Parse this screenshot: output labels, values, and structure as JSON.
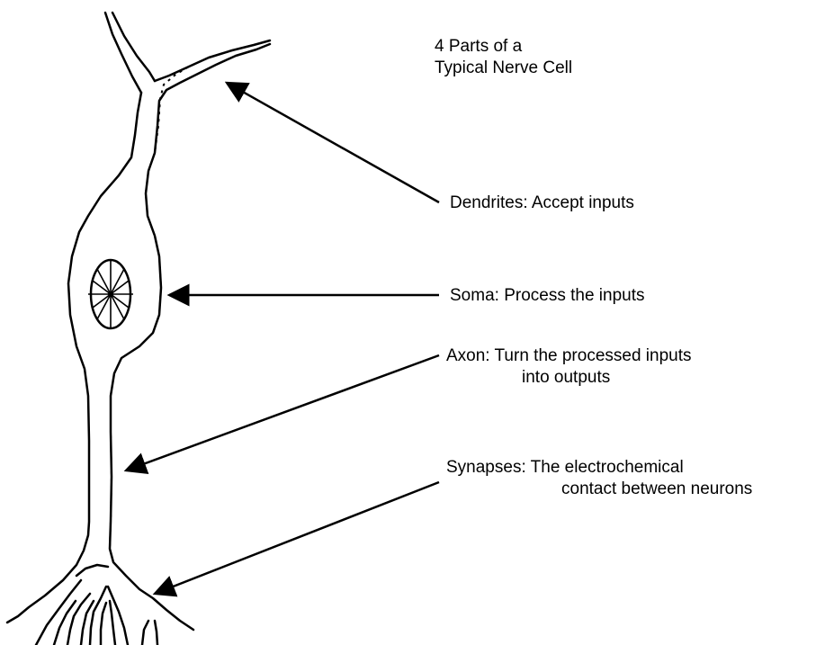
{
  "title": {
    "line1": "4 Parts of a",
    "line2": "Typical Nerve Cell"
  },
  "labels": {
    "dendrites": {
      "line1": "Dendrites:  Accept inputs"
    },
    "soma": {
      "line1": "Soma:  Process the inputs"
    },
    "axon": {
      "line1": "Axon:  Turn the processed inputs",
      "line2": "into outputs"
    },
    "synapses": {
      "line1": "Synapses:  The electrochemical",
      "line2": "contact between neurons"
    }
  },
  "colors": {
    "ink": "#000000",
    "background": "#ffffff"
  }
}
